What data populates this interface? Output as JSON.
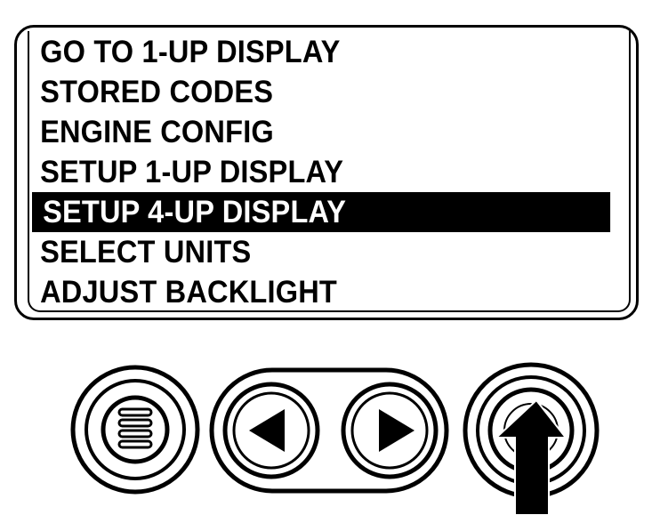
{
  "menu": {
    "items": [
      {
        "label": "GO TO 1-UP DISPLAY",
        "selected": false
      },
      {
        "label": "STORED CODES",
        "selected": false
      },
      {
        "label": "ENGINE CONFIG",
        "selected": false
      },
      {
        "label": "SETUP 1-UP DISPLAY",
        "selected": false
      },
      {
        "label": "SETUP 4-UP DISPLAY",
        "selected": true
      },
      {
        "label": "SELECT UNITS",
        "selected": false
      },
      {
        "label": "ADJUST BACKLIGHT",
        "selected": false
      }
    ]
  },
  "buttons": {
    "menu_icon": "menu-lines-icon",
    "left_icon": "left-arrow-icon",
    "right_icon": "right-arrow-icon",
    "enter_icon": "enter-button-icon",
    "pointer_icon": "pointer-arrow-icon"
  },
  "colors": {
    "foreground": "#000000",
    "background": "#ffffff",
    "highlight_bg": "#000000",
    "highlight_fg": "#ffffff"
  }
}
